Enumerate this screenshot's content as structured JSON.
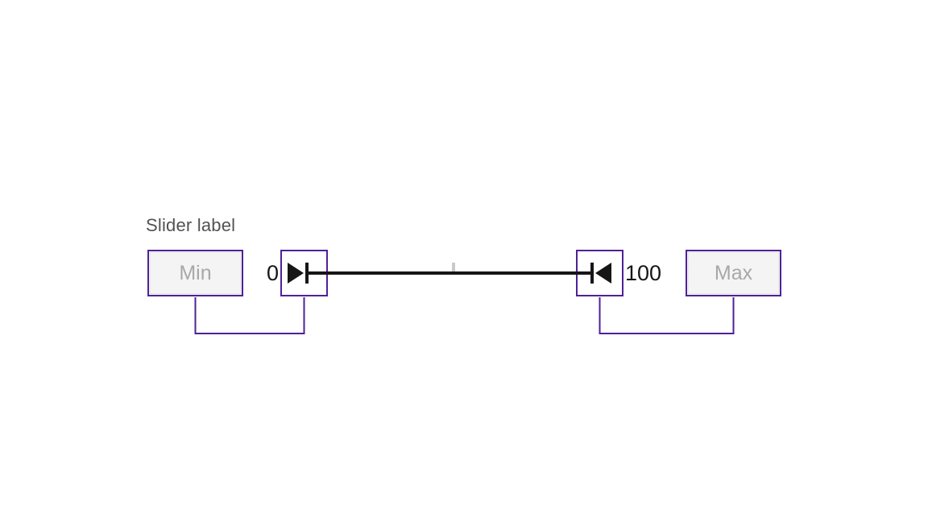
{
  "slider": {
    "label": "Slider label",
    "min_value": "0",
    "max_value": "100",
    "min_input_text": "Min",
    "max_input_text": "Max"
  },
  "icons": {
    "lower_handle": "step-forward-icon",
    "upper_handle": "step-backward-icon",
    "midpoint": "tick-mark"
  },
  "colors": {
    "annotation_purple": "#4f2196",
    "track_black": "#161616",
    "value_text": "#161616",
    "label_gray": "#525252",
    "placeholder_gray": "#a8a8a8",
    "input_fill": "#f4f4f4",
    "inner_dotted": "#d9d9d9",
    "tick_gray": "#c9c9c9",
    "background": "#ffffff"
  }
}
